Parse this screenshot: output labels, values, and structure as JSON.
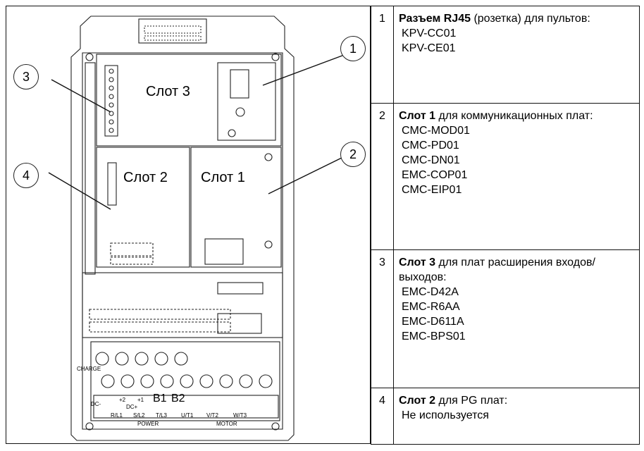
{
  "diagram": {
    "slot_labels": {
      "slot3": "Слот 3",
      "slot2": "Слот 2",
      "slot1": "Слот 1"
    },
    "callouts": [
      "1",
      "2",
      "3",
      "4"
    ],
    "panel_labels": {
      "charge": "CHARGE",
      "dc_minus": "DC-",
      "plus2": "+2",
      "plus1": "+1",
      "dc_plus": "DC+",
      "b1": "B1",
      "b2": "B2",
      "r_l1": "R/L1",
      "s_l2": "S/L2",
      "t_l3": "T/L3",
      "u_t1": "U/T1",
      "v_t2": "V/T2",
      "w_t3": "W/T3",
      "power": "POWER",
      "motor": "MOTOR"
    }
  },
  "legend": [
    {
      "num": "1",
      "title_bold": "Разъем RJ45",
      "title_rest": " (розетка) для пультов:",
      "items": [
        "KPV-CC01",
        "KPV-CE01"
      ]
    },
    {
      "num": "2",
      "title_bold": "Слот 1",
      "title_rest": " для коммуникационных плат:",
      "items": [
        "CMC-MOD01",
        "CMC-PD01",
        "CMC-DN01",
        "EMC-COP01",
        "CMC-EIP01"
      ]
    },
    {
      "num": "3",
      "title_bold": "Слот 3",
      "title_rest": " для плат расширения входов/выходов:",
      "items": [
        "EMC-D42A",
        "EMC-R6AA",
        "EMC-D611A",
        "EMC-BPS01"
      ]
    },
    {
      "num": "4",
      "title_bold": "Слот 2",
      "title_rest": " для PG плат:",
      "items": [
        "Не используется"
      ]
    }
  ]
}
